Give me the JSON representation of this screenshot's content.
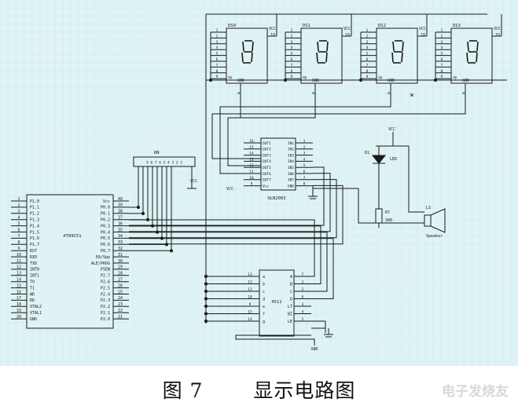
{
  "caption": {
    "figure": "图 7",
    "title": "显示电路图"
  },
  "watermark": "电子发烧友",
  "colors": {
    "grid_bg": "#dff2f4",
    "grid_line": "#bfe3e8",
    "wire": "#1a1a1a"
  },
  "mcu": {
    "part": "AT89C51",
    "left_pins": [
      "P1.0",
      "P1.1",
      "P1.2",
      "P1.3",
      "P1.4",
      "P1.5",
      "P1.6",
      "P1.7",
      "RST",
      "RXD",
      "TXD",
      "INT0",
      "INT1",
      "T0",
      "T1",
      "WR",
      "RD",
      "XTAL2",
      "XTAL1",
      "GND"
    ],
    "left_nums": [
      "1",
      "2",
      "3",
      "4",
      "5",
      "6",
      "7",
      "8",
      "9",
      "10",
      "11",
      "12",
      "13",
      "14",
      "15",
      "16",
      "17",
      "18",
      "19",
      "20"
    ],
    "right_pins": [
      "Vcc",
      "P0.0",
      "P0.1",
      "P0.2",
      "P0.3",
      "P0.4",
      "P0.5",
      "P0.6",
      "P0.7",
      "EA/Vpp",
      "ALE/PROG",
      "PSEN",
      "P2.7",
      "P2.6",
      "P2.5",
      "P2.4",
      "P2.3",
      "P2.2",
      "P2.1",
      "P2.0"
    ],
    "right_nums": [
      "40",
      "39",
      "38",
      "37",
      "36",
      "35",
      "34",
      "33",
      "32",
      "31",
      "30",
      "29",
      "28",
      "27",
      "26",
      "25",
      "24",
      "23",
      "22",
      "21"
    ]
  },
  "rn": {
    "ref": "RN",
    "label": "9 8 7 6 5 4 3 2 1",
    "vcc": "VCC"
  },
  "displays": [
    {
      "ref": "DS0",
      "vcc": "VCC",
      "pin": "10"
    },
    {
      "ref": "DS1",
      "vcc": "VCC",
      "pin": "10"
    },
    {
      "ref": "DS2",
      "vcc": "VCC",
      "pin": "10"
    },
    {
      "ref": "DS3",
      "vcc": "VCC",
      "pin": "10"
    }
  ],
  "display_texts": {
    "gnd": "GND",
    "dp": "dp",
    "vcc_small": "Vcc"
  },
  "uln": {
    "ref": "ULN2003",
    "left_pins": [
      "OUT1",
      "OUT2",
      "OUT3",
      "OUT4",
      "OUT5",
      "OUT6",
      "OUT7",
      "Vcc"
    ],
    "left_nums": [
      "16",
      "15",
      "14",
      "13",
      "12",
      "11",
      "10",
      "9"
    ],
    "right_pins": [
      "IN1",
      "IN2",
      "IN3",
      "IN4",
      "IN5",
      "IN6",
      "IN7",
      "GND"
    ],
    "right_nums": [
      "1",
      "2",
      "3",
      "4",
      "5",
      "6",
      "7",
      "8"
    ],
    "vcc": "VCC"
  },
  "decoder": {
    "ref": "4511",
    "left_pins": [
      "a",
      "b",
      "c",
      "d",
      "e",
      "f",
      "g"
    ],
    "left_nums": [
      "13",
      "12",
      "11",
      "10",
      "9",
      "15",
      "14"
    ],
    "right_pins": [
      "A",
      "B",
      "C",
      "D",
      "LT",
      "BI",
      "LE"
    ],
    "right_nums": [
      "7",
      "1",
      "2",
      "6",
      "3",
      "4",
      "5"
    ],
    "gnd": "GND"
  },
  "led": {
    "ref": "D1",
    "label": "LED",
    "vcc": "VCC"
  },
  "resistor": {
    "ref": "R7",
    "value": "300"
  },
  "speaker": {
    "ref": "LS",
    "label": "Speaker"
  }
}
